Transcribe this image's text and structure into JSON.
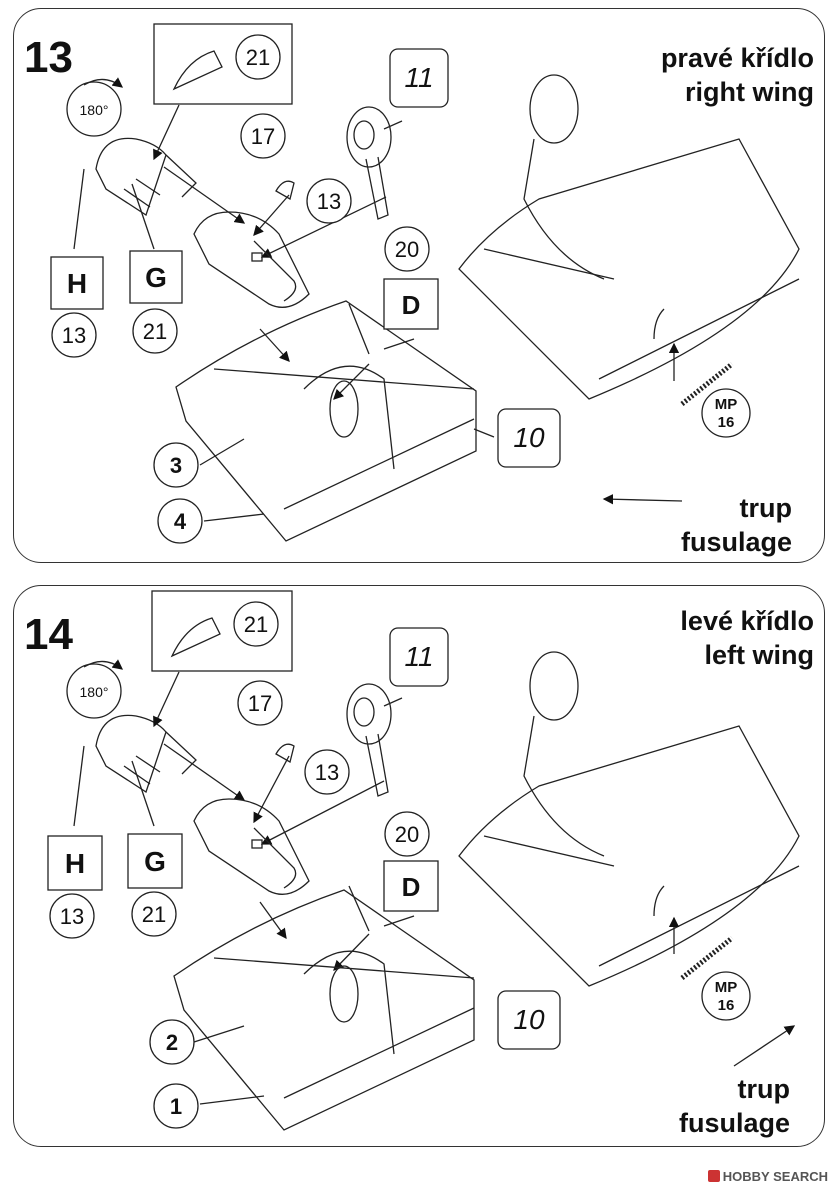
{
  "steps": [
    {
      "number": "13",
      "title_cz": "pravé křídlo",
      "title_en": "right wing",
      "fuselage_cz": "trup",
      "fuselage_en": "fusulage",
      "rotation": "180°",
      "parts": {
        "p21": "21",
        "p17": "17",
        "p13": "13",
        "p11": "11",
        "p20": "20",
        "pD": "D",
        "pH": "H",
        "pG": "G",
        "h13": "13",
        "g21": "21",
        "p10": "10",
        "wingA": "3",
        "wingB": "4",
        "mp": "MP",
        "mp16": "16"
      }
    },
    {
      "number": "14",
      "title_cz": "levé křídlo",
      "title_en": "left wing",
      "fuselage_cz": "trup",
      "fuselage_en": "fusulage",
      "rotation": "180°",
      "parts": {
        "p21": "21",
        "p17": "17",
        "p13": "13",
        "p11": "11",
        "p20": "20",
        "pD": "D",
        "pH": "H",
        "pG": "G",
        "h13": "13",
        "g21": "21",
        "p10": "10",
        "wingA": "2",
        "wingB": "1",
        "mp": "MP",
        "mp16": "16"
      }
    }
  ],
  "watermark": "HOBBY SEARCH"
}
